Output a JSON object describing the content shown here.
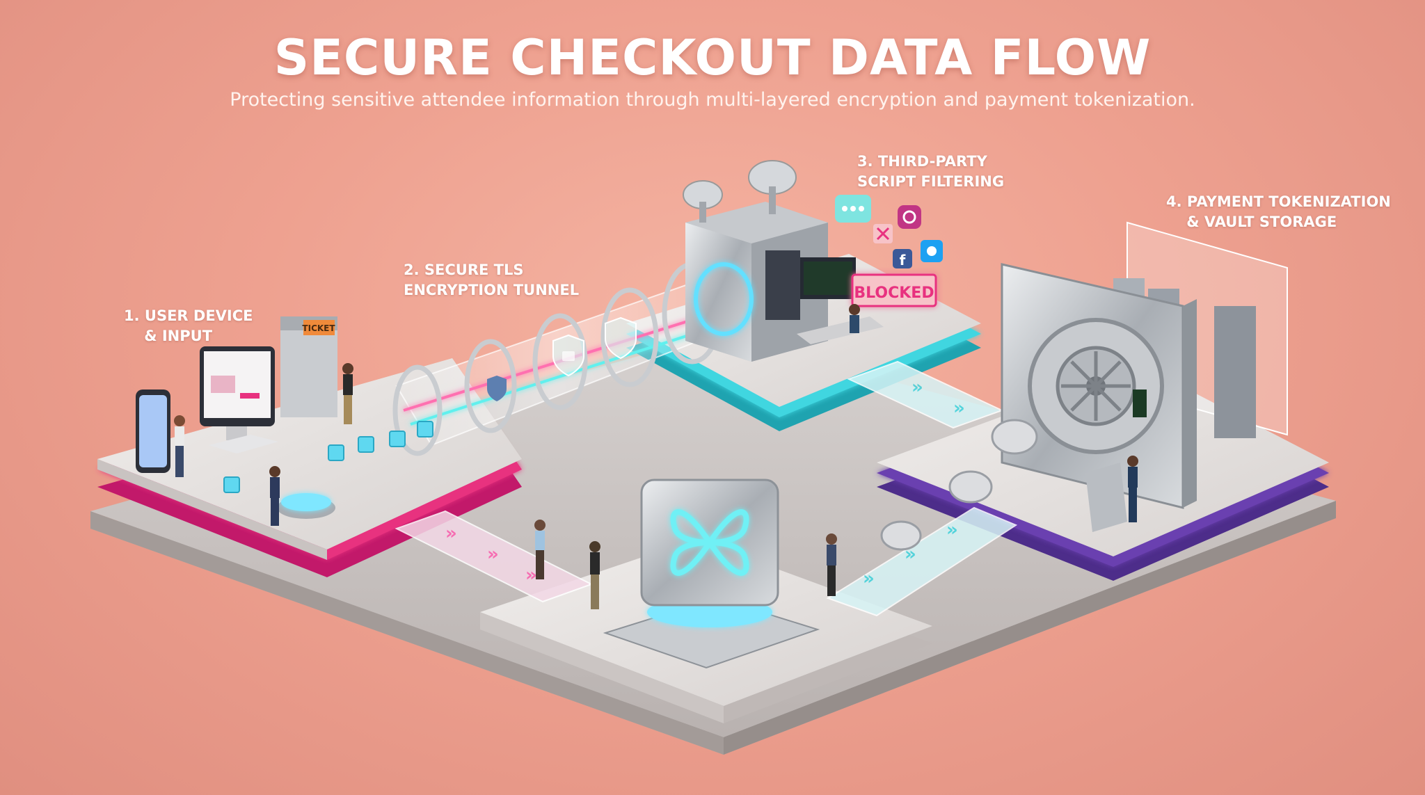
{
  "header": {
    "title": "SECURE CHECKOUT DATA FLOW",
    "subtitle": "Protecting sensitive attendee information through multi-layered encryption and payment tokenization."
  },
  "steps": [
    {
      "label": "1. USER DEVICE\n    & INPUT"
    },
    {
      "label": "2. SECURE TLS\nENCRYPTION TUNNEL"
    },
    {
      "label": "3. THIRD-PARTY\nSCRIPT FILTERING"
    },
    {
      "label": "4. PAYMENT TOKENIZATION\n    & VAULT STORAGE"
    }
  ],
  "signs": {
    "ticket": "TICKET",
    "blocked": "BLOCKED"
  },
  "colors": {
    "background": "#eea190",
    "accent_pink": "#e8317f",
    "accent_cyan": "#3fd6e0",
    "accent_purple": "#6b3fb0",
    "platform": "#d9d4d2"
  },
  "icons": [
    "shield-lock-icon",
    "chat-bubble-icon",
    "instagram-icon",
    "facebook-icon",
    "twitter-icon",
    "x-close-icon",
    "vault-icon",
    "satellite-dish-icon"
  ]
}
